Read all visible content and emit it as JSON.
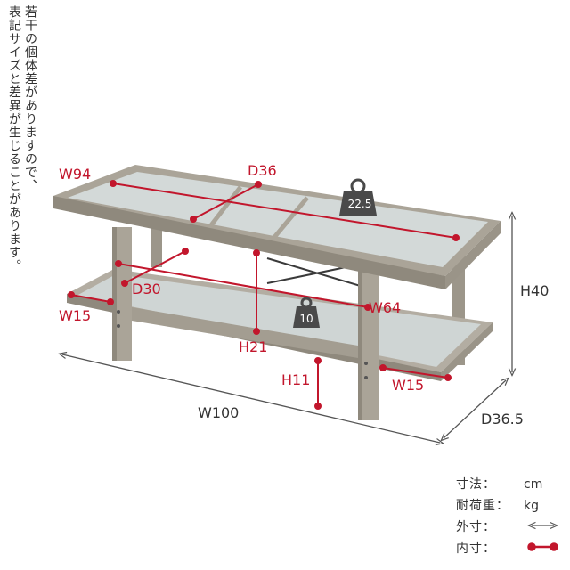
{
  "note": {
    "line1": "若干の個体差があり",
    "line2": "ますので、",
    "line3": "表記サイズと差異が生じることがあります。"
  },
  "dimensions": {
    "top_inner_width": "W94",
    "top_inner_depth": "D36",
    "top_load": "22.5",
    "shelf_depth": "D30",
    "shelf_inner_width": "W64",
    "shelf_load": "10",
    "side_shelf_left": "W15",
    "side_shelf_right": "W15",
    "shelf_height": "H21",
    "floor_clearance": "H11",
    "height": "H40",
    "width": "W100",
    "depth": "D36.5"
  },
  "legend": {
    "unit_label": "寸法：",
    "unit_value": "cm",
    "load_label": "耐荷重：",
    "load_value": "kg",
    "outer_label": "外寸：",
    "inner_label": "内寸："
  },
  "colors": {
    "inner_dimension": "#c2162c",
    "outer_dimension": "#555555",
    "wood": "#a39d91",
    "glass": "#d3d9d8",
    "weight_icon": "#4a4a4a"
  }
}
